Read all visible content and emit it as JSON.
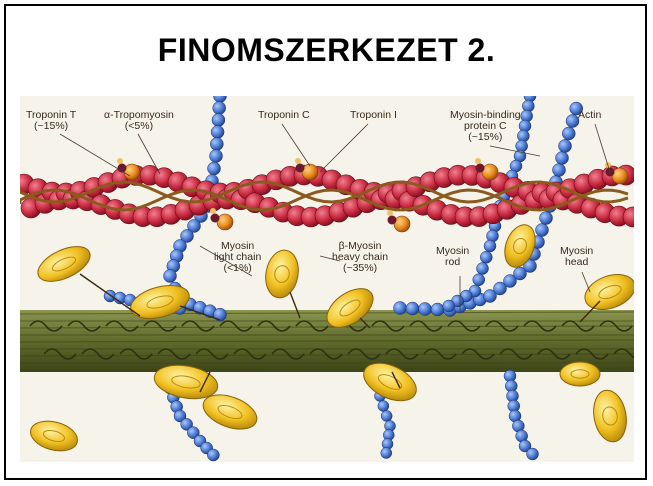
{
  "title": "FINOMSZERKEZET 2.",
  "labels": {
    "troponin_t": {
      "name": "Troponin T",
      "share": "(~15%)"
    },
    "tropomyosin": {
      "name": "α-Tropomyosin",
      "share": "(<5%)"
    },
    "troponin_c": {
      "name": "Troponin C"
    },
    "troponin_i": {
      "name": "Troponin I"
    },
    "mybpc": {
      "name1": "Myosin-binding",
      "name2": "protein C",
      "share": "(~15%)"
    },
    "actin": {
      "name": "Actin"
    },
    "light_chain": {
      "name1": "Myosin",
      "name2": "light chain",
      "share": "(<1%)"
    },
    "heavy_chain": {
      "name1": "β-Myosin",
      "name2": "heavy chain",
      "share": "(~35%)"
    },
    "rod": {
      "name1": "Myosin",
      "name2": "rod"
    },
    "head": {
      "name1": "Myosin",
      "name2": "head"
    }
  },
  "colors": {
    "actin": "#c8283e",
    "tropomyosin": "#8a5a1e",
    "troponin": "#e8891c",
    "titin_beads": "#4a78d0",
    "myosin_head": "#f0c020",
    "thick_filament": "#6f7a3a"
  }
}
